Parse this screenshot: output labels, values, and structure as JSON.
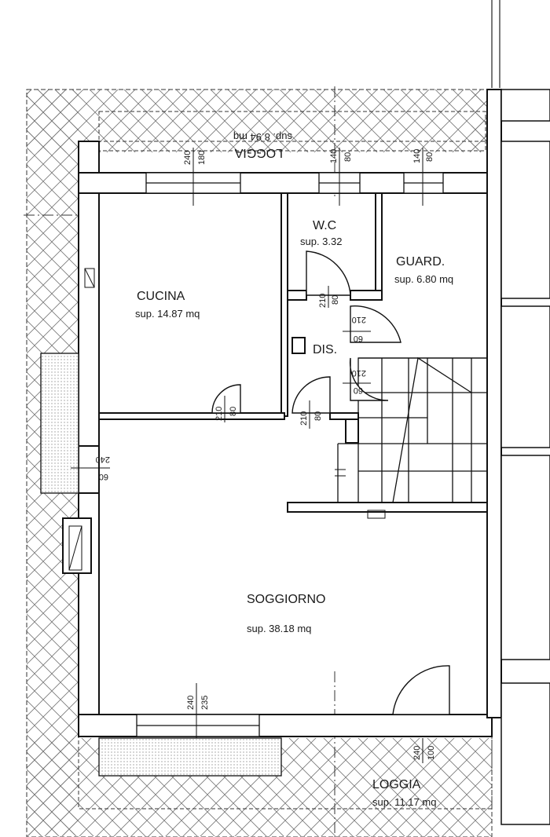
{
  "rooms": {
    "cucina": {
      "name": "CUCINA",
      "area": "sup. 14.87 mq"
    },
    "wc": {
      "name": "W.C",
      "area": "sup. 3.32"
    },
    "guard": {
      "name": "GUARD.",
      "area": "sup. 6.80 mq"
    },
    "dis": {
      "name": "DIS."
    },
    "soggiorno": {
      "name": "SOGGIORNO",
      "area": "sup. 38.18 mq"
    },
    "loggia_top": {
      "name": "LOGGIA",
      "area": "sup. 8.94 mq"
    },
    "loggia_bottom": {
      "name": "LOGGIA",
      "area": "sup. 11.17 mq"
    }
  },
  "dimensions": {
    "win_cucina_w": "240",
    "win_cucina_h": "180",
    "win_wc_w": "140",
    "win_wc_h": "80",
    "win_guard_w": "140",
    "win_guard_h": "80",
    "door_wc_h": "210",
    "door_wc_w": "80",
    "door_guard_h": "210",
    "door_guard_w": "60",
    "door_cucina_h": "210",
    "door_cucina_w": "80",
    "door_stair_h": "210",
    "door_stair_w": "60",
    "door_sogg_h": "210",
    "door_sogg_w": "80",
    "west_win_w": "240",
    "west_win_h": "60",
    "south_win_h": "240",
    "south_win_w": "235",
    "loggia_door_h": "240",
    "loggia_door_w": "100"
  }
}
